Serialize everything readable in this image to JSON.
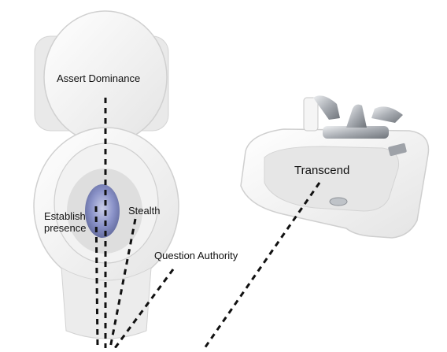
{
  "labels": {
    "assert_dominance": "Assert Dominance",
    "establish_presence": "Establish presence",
    "stealth": "Stealth",
    "question_authority": "Question Authority",
    "transcend": "Transcend"
  },
  "colors": {
    "porcelain": "#f4f4f4",
    "porcelain_shadow": "#d9d9d9",
    "bowl_water": "#8a92c8",
    "chrome": "#b8bcc2",
    "line": "#111111"
  }
}
